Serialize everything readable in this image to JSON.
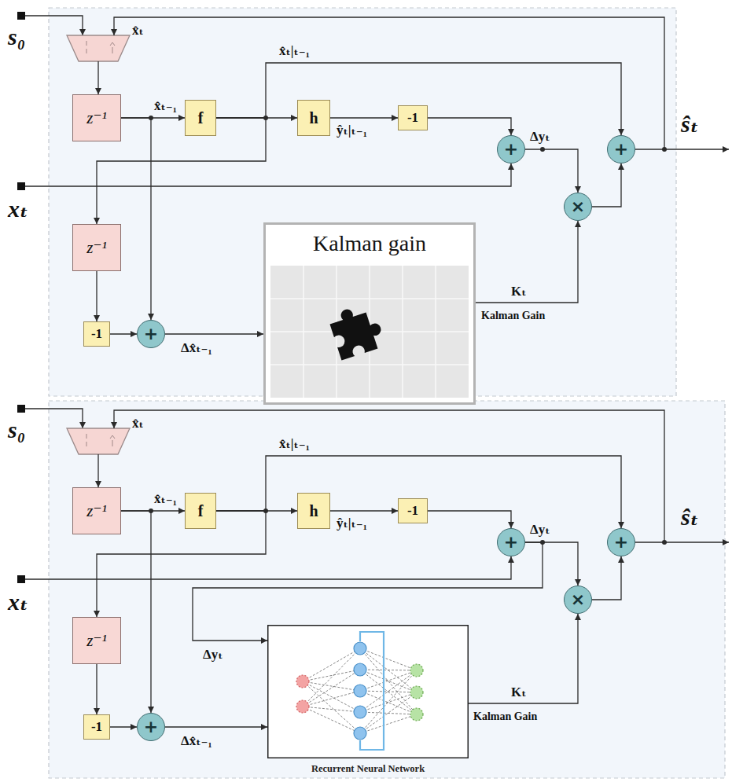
{
  "diagram": {
    "nodes": [
      {
        "text": [
          "z⁻¹"
        ]
      },
      {
        "text": [
          "f"
        ]
      },
      {
        "text": [
          "h"
        ]
      },
      {
        "text": [
          "-1"
        ]
      },
      {
        "text": [
          "+"
        ]
      },
      {
        "text": [
          "+"
        ]
      },
      {
        "text": [
          "×"
        ]
      },
      {
        "text": [
          "z⁻¹"
        ]
      },
      {
        "text": [
          "-1"
        ]
      },
      {
        "text": [
          "+"
        ]
      },
      {
        "text": [
          "Kalman gain"
        ]
      },
      {
        "text": [
          "z⁻¹"
        ]
      },
      {
        "text": [
          "f"
        ]
      },
      {
        "text": [
          "h"
        ]
      },
      {
        "text": [
          "-1"
        ]
      },
      {
        "text": [
          "+"
        ]
      },
      {
        "text": [
          "+"
        ]
      },
      {
        "text": [
          "×"
        ]
      },
      {
        "text": [
          "z⁻¹"
        ]
      },
      {
        "text": [
          "-1"
        ]
      },
      {
        "text": [
          "+"
        ]
      },
      {
        "text": [
          "Recurrent Neural Network"
        ]
      }
    ],
    "edges": [
      {
        "from": 0,
        "to": 1,
        "arrow": "to",
        "label": "x̂ₜ₋₁"
      },
      {
        "from": 0,
        "to": 9,
        "arrow": "to"
      },
      {
        "from": 1,
        "to": 2,
        "arrow": "to"
      },
      {
        "from": 1,
        "to": 5,
        "arrow": "to",
        "label": "x̂ₜ|ₜ₋₁"
      },
      {
        "from": 1,
        "to": 7,
        "arrow": "to"
      },
      {
        "from": 2,
        "to": 3,
        "arrow": "to",
        "label": "ŷₜ|ₜ₋₁"
      },
      {
        "from": 3,
        "to": 4,
        "arrow": "to"
      },
      {
        "from": 4,
        "to": 6,
        "arrow": "to",
        "label": "Δyₜ"
      },
      {
        "from": 6,
        "to": 5,
        "arrow": "to"
      },
      {
        "from": 7,
        "to": 8,
        "arrow": "to"
      },
      {
        "from": 8,
        "to": 9,
        "arrow": "to"
      },
      {
        "from": 9,
        "to": 10,
        "arrow": "to",
        "label": "Δx̂ₜ₋₁"
      },
      {
        "from": 10,
        "to": 6,
        "arrow": "to",
        "label": "Kₜ"
      },
      {
        "from": 11,
        "to": 12,
        "arrow": "to",
        "label": "x̂ₜ₋₁"
      },
      {
        "from": 11,
        "to": 20,
        "arrow": "to"
      },
      {
        "from": 12,
        "to": 13,
        "arrow": "to"
      },
      {
        "from": 12,
        "to": 16,
        "arrow": "to",
        "label": "x̂ₜ|ₜ₋₁"
      },
      {
        "from": 12,
        "to": 18,
        "arrow": "to"
      },
      {
        "from": 13,
        "to": 14,
        "arrow": "to",
        "label": "ŷₜ|ₜ₋₁"
      },
      {
        "from": 14,
        "to": 15,
        "arrow": "to"
      },
      {
        "from": 15,
        "to": 17,
        "arrow": "to",
        "label": "Δyₜ"
      },
      {
        "from": 17,
        "to": 16,
        "arrow": "to"
      },
      {
        "from": 18,
        "to": 19,
        "arrow": "to"
      },
      {
        "from": 19,
        "to": 20,
        "arrow": "to"
      },
      {
        "from": 20,
        "to": 21,
        "arrow": "to",
        "label": "Δx̂ₜ₋₁"
      },
      {
        "from": 21,
        "to": 17,
        "arrow": "to",
        "label": "Kₜ"
      },
      {
        "from": 15,
        "to": 21,
        "arrow": "to",
        "label": "Δyₜ"
      }
    ],
    "labels": [
      "s₀",
      "x̂ₜ",
      "xₜ",
      "ŝₜ",
      "Kalman Gain",
      "s₀",
      "x̂ₜ",
      "xₜ",
      "ŝₜ",
      "Kalman Gain"
    ]
  }
}
